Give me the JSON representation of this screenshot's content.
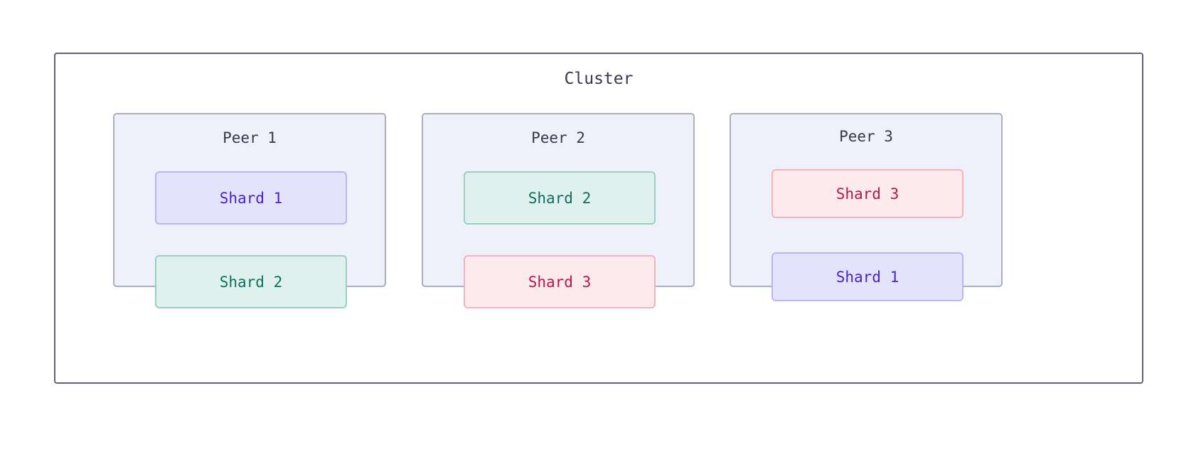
{
  "diagram": {
    "type": "cluster-shard-topology",
    "background_color": "#ffffff",
    "cluster": {
      "title": "Cluster",
      "border_color": "#5b6478",
      "fill_color": "#ffffff"
    },
    "shard_themes": {
      "Shard 1": {
        "fill": "#e3e3fb",
        "border": "#b8b8f0",
        "text": "#4a22c9"
      },
      "Shard 2": {
        "fill": "#dff1ec",
        "border": "#9ccfc2",
        "text": "#0f6e61"
      },
      "Shard 3": {
        "fill": "#fceaee",
        "border": "#f2b3bf",
        "text": "#b5174a"
      }
    },
    "peer_style": {
      "fill": "#eef1fa",
      "border": "#a7aec6",
      "text": "#333a4d"
    },
    "peers": [
      {
        "title": "Peer 1",
        "shards": [
          {
            "label": "Shard 1",
            "theme": 1
          },
          {
            "label": "Shard 2",
            "theme": 2
          }
        ]
      },
      {
        "title": "Peer 2",
        "shards": [
          {
            "label": "Shard 2",
            "theme": 2
          },
          {
            "label": "Shard 3",
            "theme": 3
          }
        ]
      },
      {
        "title": "Peer 3",
        "shards": [
          {
            "label": "Shard 3",
            "theme": 3
          },
          {
            "label": "Shard 1",
            "theme": 1
          }
        ]
      }
    ]
  }
}
